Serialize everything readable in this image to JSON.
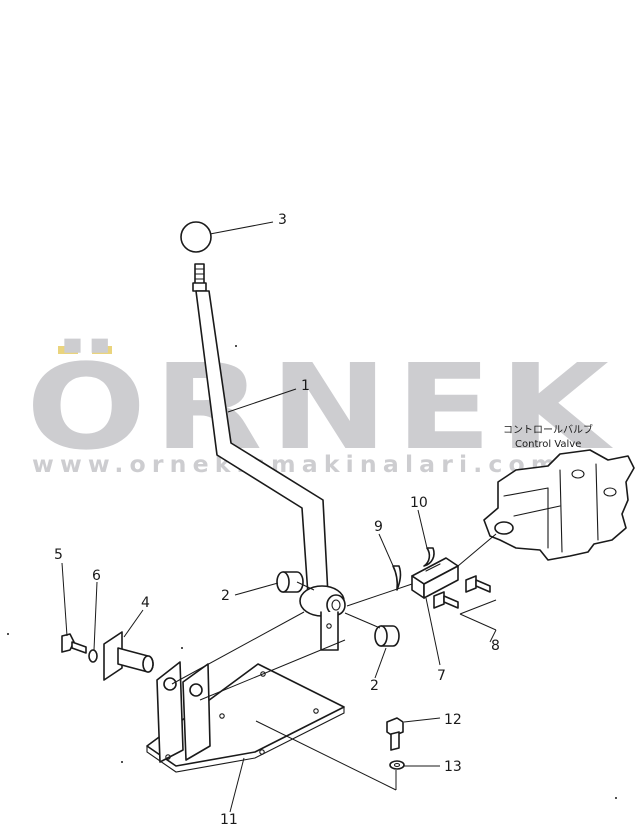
{
  "callouts": [
    "1",
    "2",
    "2",
    "3",
    "4",
    "5",
    "6",
    "7",
    "8",
    "9",
    "10",
    "11",
    "12",
    "13"
  ],
  "control_valve": {
    "label_jp": "コントロールバルブ",
    "label_en": "Control Valve"
  },
  "watermark": {
    "brand": "ÖRNEK",
    "url": "www.ornekismakinalari.com.tr",
    "color": "#c8c8cc",
    "accent_color": "#e8d070"
  }
}
